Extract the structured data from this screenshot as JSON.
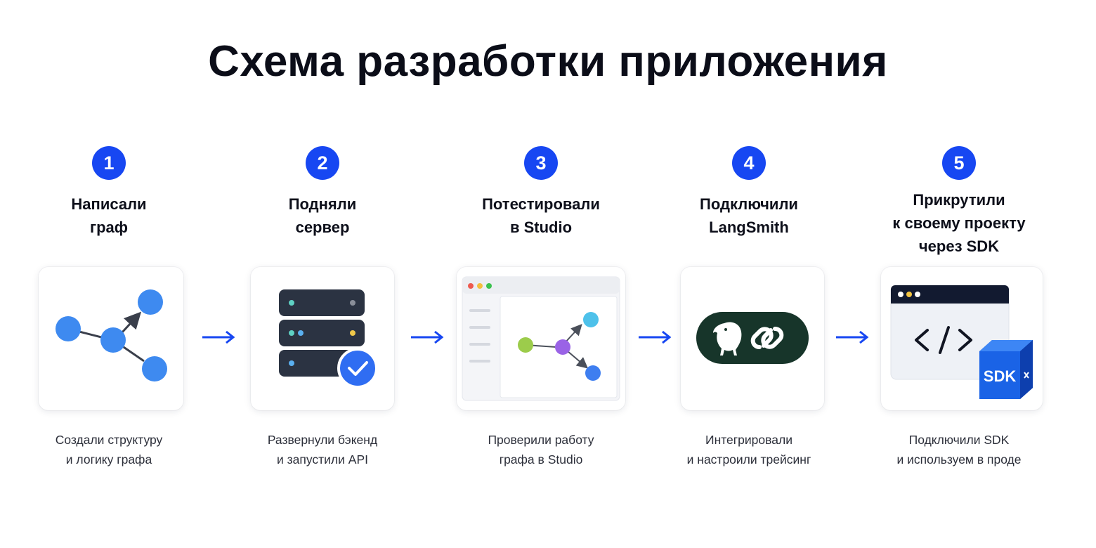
{
  "title": "Схема разработки приложения",
  "accent_color": "#1747f2",
  "steps": [
    {
      "number": "1",
      "heading": [
        "Написали",
        "граф"
      ],
      "description": [
        "Создали структуру",
        "и логику графа"
      ],
      "icon": "graph-nodes-icon"
    },
    {
      "number": "2",
      "heading": [
        "Подняли",
        "сервер"
      ],
      "description": [
        "Развернули бэкенд",
        "и запустили API"
      ],
      "icon": "server-check-icon"
    },
    {
      "number": "3",
      "heading": [
        "Потестировали",
        "в Studio"
      ],
      "description": [
        "Проверили работу",
        "графа в Studio"
      ],
      "icon": "studio-window-icon"
    },
    {
      "number": "4",
      "heading": [
        "Подключили",
        "LangSmith"
      ],
      "description": [
        "Интегрировали",
        "и настроили трейсинг"
      ],
      "icon": "langsmith-logo-icon"
    },
    {
      "number": "5",
      "heading": [
        "Прикрутили",
        "к своему проекту",
        "через SDK"
      ],
      "description": [
        "Подключили SDK",
        "и используем в проде"
      ],
      "icon": "sdk-code-window-icon",
      "sdk_box_label": "SDK"
    }
  ]
}
